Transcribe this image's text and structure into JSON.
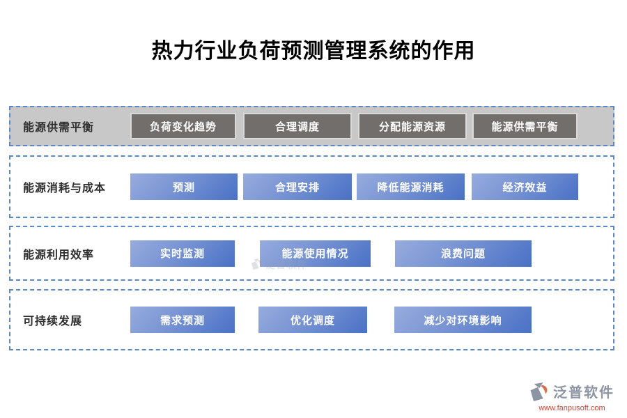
{
  "page": {
    "title": "热力行业负荷预测管理系统的作用"
  },
  "colors": {
    "dashed_border": "#5b87c5",
    "row1_background": "#c8c8c8",
    "gray_button": "#716e6c",
    "blue_button_gradient_start": "#97acde",
    "blue_button_gradient_end": "#4a71c6",
    "button_text": "#ffffff",
    "watermark_brand": "#8d95a5",
    "watermark_url": "#c4473a"
  },
  "rows": [
    {
      "label": "能源供需平衡",
      "style": "gray",
      "buttons": [
        "负荷变化趋势",
        "合理调度",
        "分配能源资源",
        "能源供需平衡"
      ]
    },
    {
      "label": "能源消耗与成本",
      "style": "blue",
      "buttons": [
        "预测",
        "合理安排",
        "降低能源消耗",
        "经济效益"
      ]
    },
    {
      "label": "能源利用效率",
      "style": "blue",
      "buttons": [
        "实时监测",
        "能源使用情况",
        "浪费问题"
      ]
    },
    {
      "label": "可持续发展",
      "style": "blue",
      "buttons": [
        "需求预测",
        "优化调度",
        "减少对环境影响"
      ]
    }
  ],
  "watermark": {
    "brand": "泛普软件",
    "url": "www.fanpusoft.com"
  }
}
